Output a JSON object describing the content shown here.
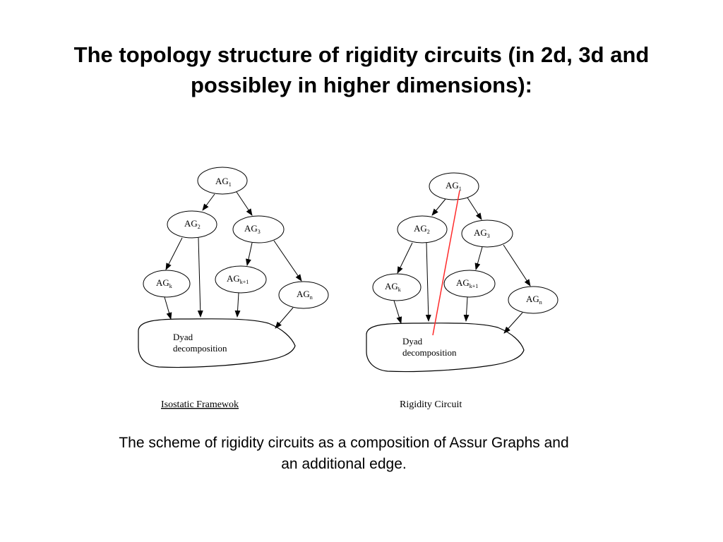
{
  "slide": {
    "title": "The topology structure of rigidity circuits (in 2d, 3d and possibley in higher dimensions):",
    "caption": "The scheme of rigidity circuits as a composition of Assur Graphs and an additional edge."
  },
  "diagrams": [
    {
      "id": "isostatic",
      "caption": "Isostatic Framewok",
      "has_extra_edge": false,
      "nodes": {
        "ag1": {
          "base": "AG",
          "sub": "1"
        },
        "ag2": {
          "base": "AG",
          "sub": "2"
        },
        "ag3": {
          "base": "AG",
          "sub": "3"
        },
        "agk": {
          "base": "AG",
          "sub": "k"
        },
        "agk1": {
          "base": "AG",
          "sub": "k+1"
        },
        "agn": {
          "base": "AG",
          "sub": "n"
        }
      },
      "blob": {
        "line1": "Dyad",
        "line2": "decomposition"
      }
    },
    {
      "id": "rigidity",
      "caption": "Rigidity Circuit",
      "has_extra_edge": true,
      "nodes": {
        "ag1": {
          "base": "AG",
          "sub": "1"
        },
        "ag2": {
          "base": "AG",
          "sub": "2"
        },
        "ag3": {
          "base": "AG",
          "sub": "3"
        },
        "agk": {
          "base": "AG",
          "sub": "k"
        },
        "agk1": {
          "base": "AG",
          "sub": "k+1"
        },
        "agn": {
          "base": "AG",
          "sub": "n"
        }
      },
      "blob": {
        "line1": "Dyad",
        "line2": "decomposition"
      }
    }
  ],
  "colors": {
    "extra_edge": "#ff2a2a",
    "stroke": "#000000"
  }
}
